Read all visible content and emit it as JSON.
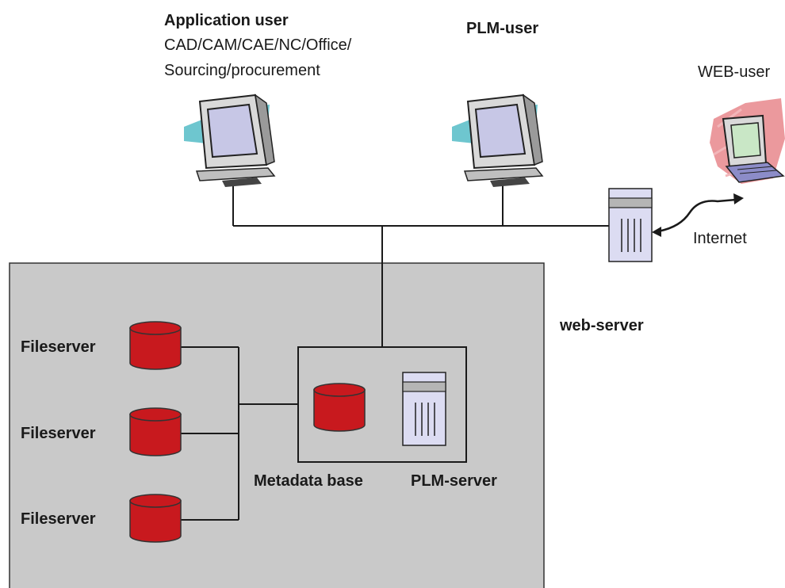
{
  "labels": {
    "application_user": "Application user",
    "application_user_sub1": "CAD/CAM/CAE/NC/Office/",
    "application_user_sub2": "Sourcing/procurement",
    "plm_user": "PLM-user",
    "web_user": "WEB-user",
    "internet": "Internet",
    "web_server": "web-server",
    "fileserver_1": "Fileserver",
    "fileserver_2": "Fileserver",
    "fileserver_3": "Fileserver",
    "metadata_base": "Metadata base",
    "plm_server": "PLM-server"
  },
  "colors": {
    "server_area_fill": "#c9c9c9",
    "database_red": "#c8191e",
    "server_tower_fill": "#dcdcf2",
    "monitor_accent": "#6ec6cf",
    "laptop_accent": "#e8878c",
    "line": "#1a1a1a"
  },
  "icons": {
    "application_user": "desktop-monitor-icon",
    "plm_user": "desktop-monitor-icon",
    "web_user": "laptop-icon",
    "web_server": "server-tower-icon",
    "plm_server": "server-tower-icon",
    "databases": "database-cylinder-icon"
  }
}
